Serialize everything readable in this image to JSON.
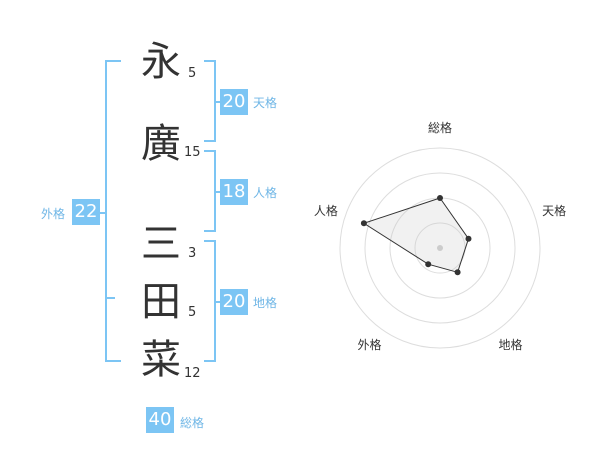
{
  "name": {
    "chars": [
      {
        "char": "永",
        "strokes": "5"
      },
      {
        "char": "廣",
        "strokes": "15"
      },
      {
        "char": "三",
        "strokes": "3"
      },
      {
        "char": "田",
        "strokes": "5"
      },
      {
        "char": "菜",
        "strokes": "12"
      }
    ]
  },
  "fortune": {
    "tenkaku": {
      "value": "20",
      "label": "天格"
    },
    "jinkaku": {
      "value": "18",
      "label": "人格"
    },
    "chikaku": {
      "value": "20",
      "label": "地格"
    },
    "gaikaku": {
      "value": "22",
      "label": "外格"
    },
    "soukaku": {
      "value": "40",
      "label": "総格"
    }
  },
  "colors": {
    "accent": "#7cc5f4",
    "label": "#6fb6e6",
    "text": "#333333"
  },
  "chart_data": {
    "type": "radar",
    "axes": [
      "総格",
      "天格",
      "地格",
      "外格",
      "人格"
    ],
    "values": [
      2.5,
      1.5,
      1.5,
      1.0,
      4.0
    ],
    "range": [
      0,
      5
    ],
    "rings": 4
  }
}
